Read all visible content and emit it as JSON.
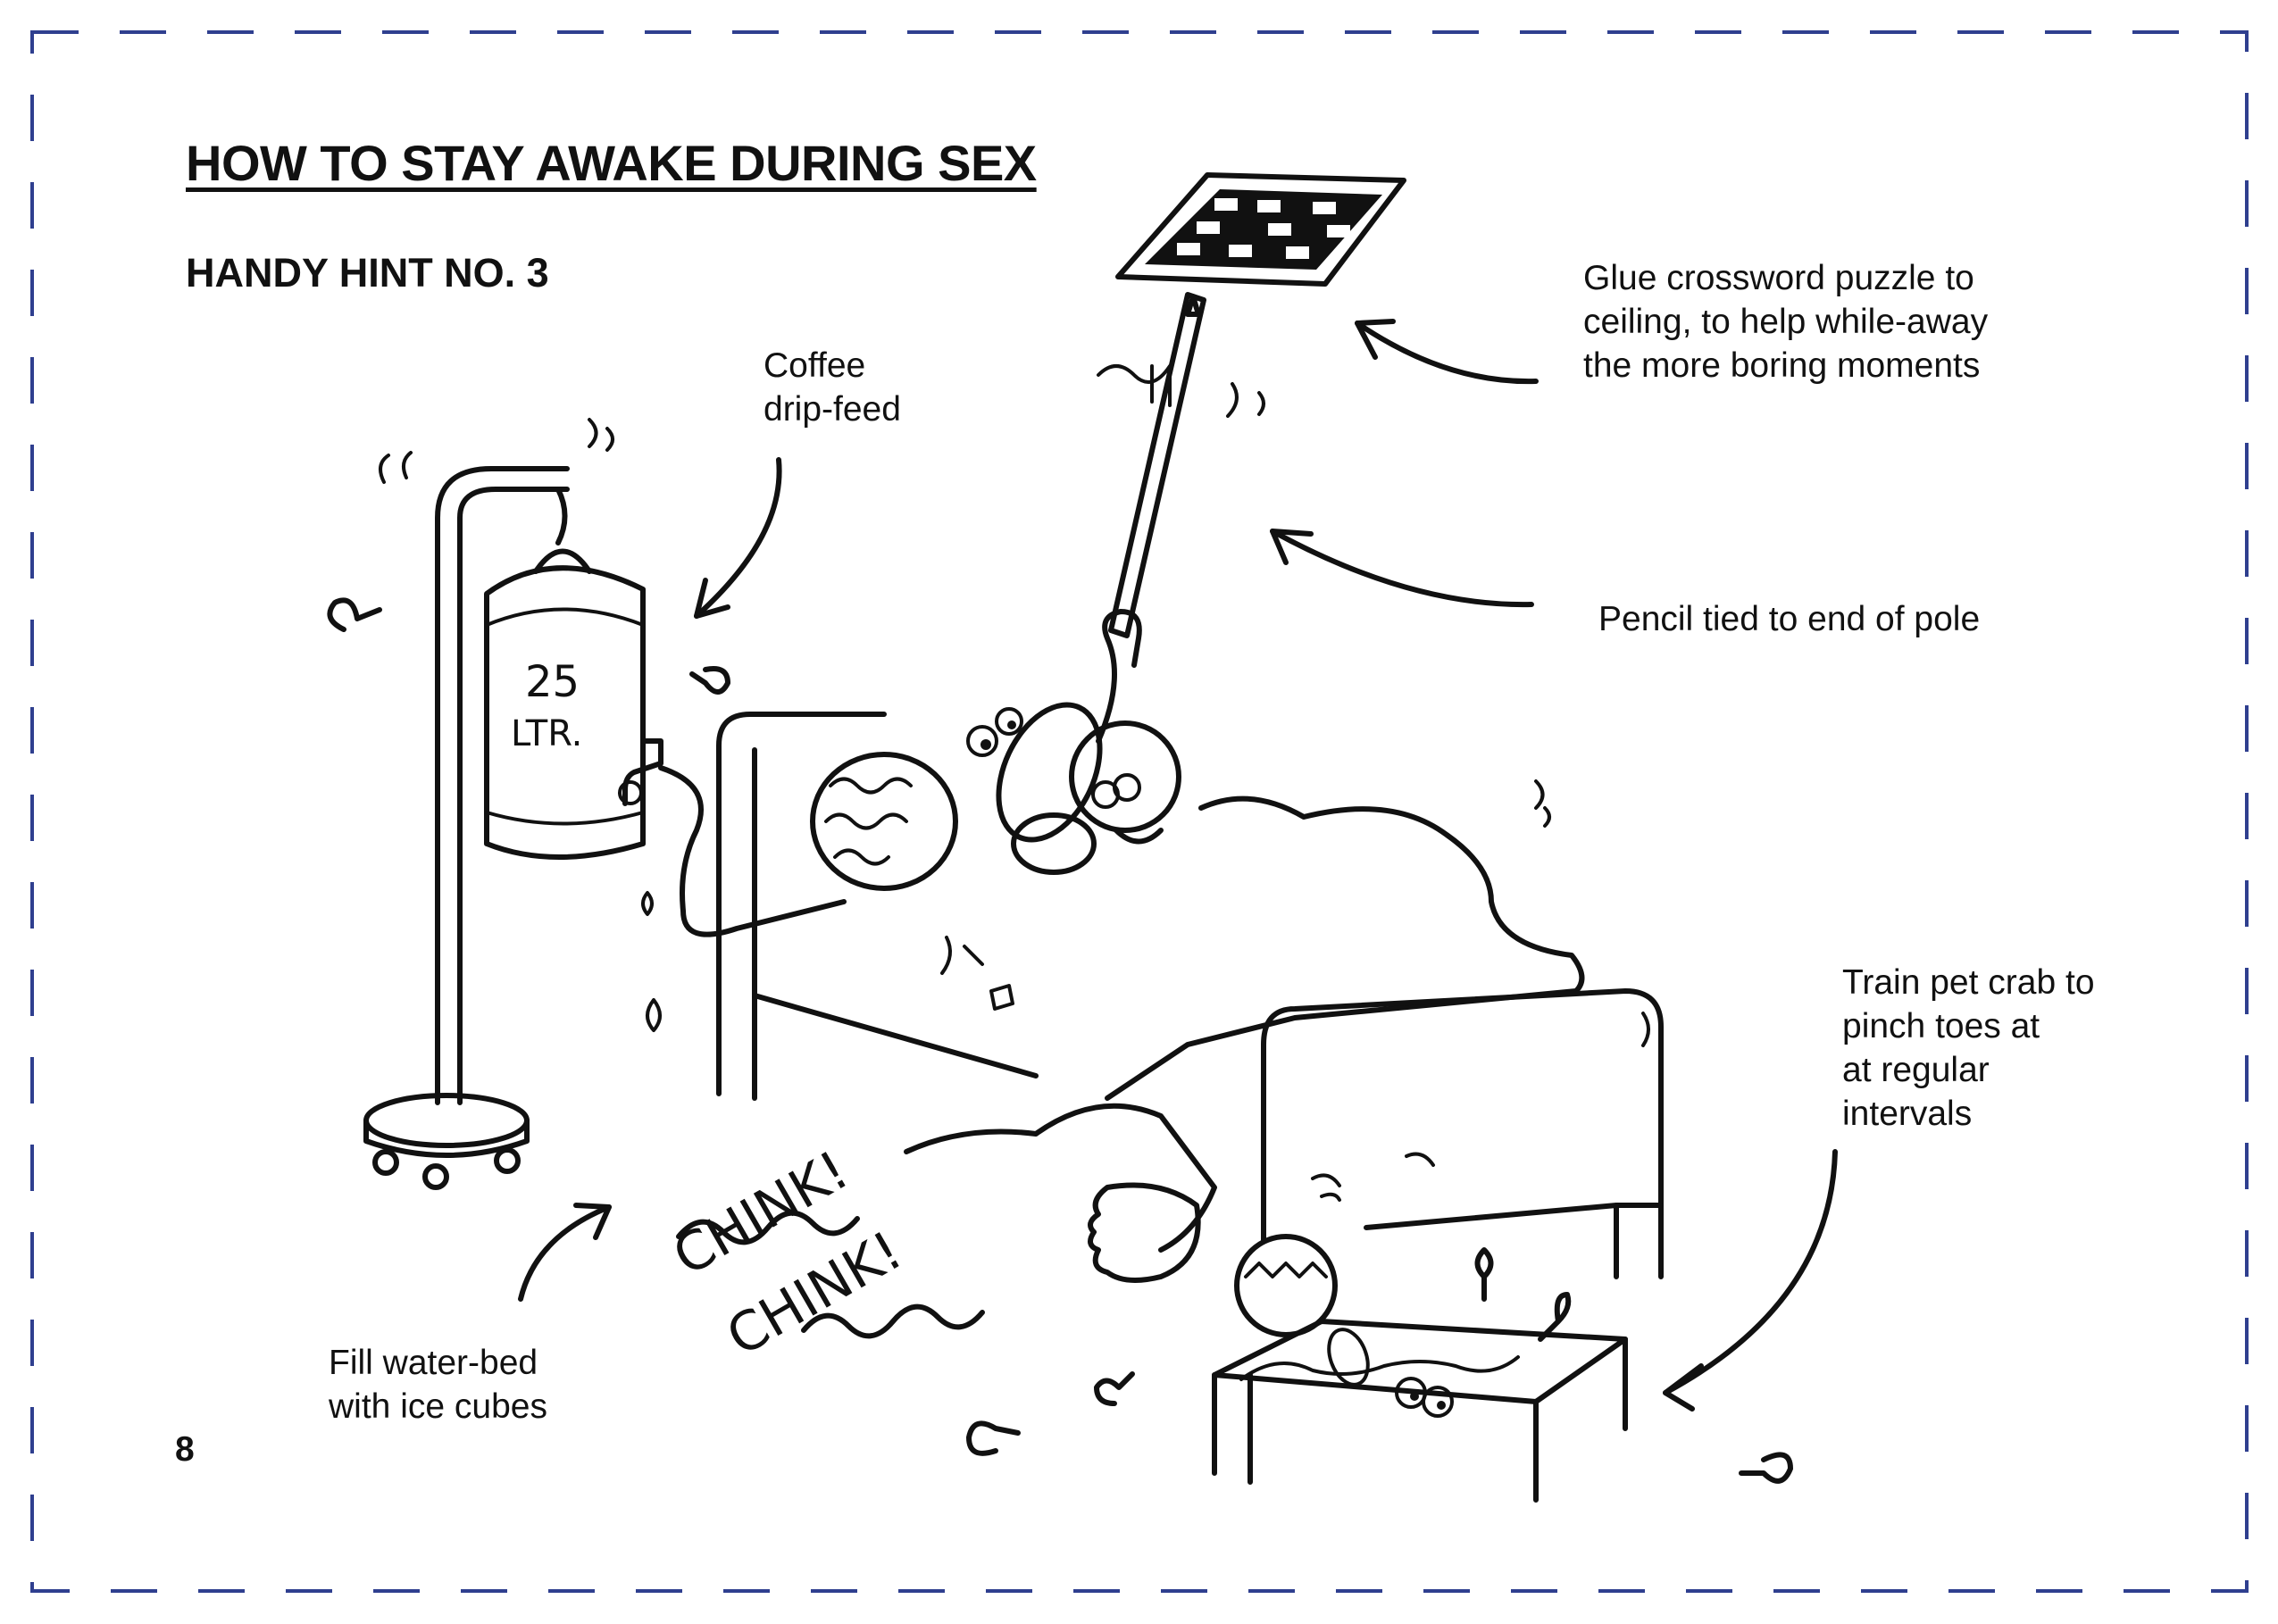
{
  "page": {
    "title": "HOW TO STAY AWAKE DURING SEX",
    "subtitle": "HANDY HINT NO. 3",
    "page_number": "8"
  },
  "captions": {
    "coffee": "Coffee\ndrip-feed",
    "crossword": "Glue crossword puzzle to\nceiling, to help while-away\nthe more boring moments",
    "pencil": "Pencil tied to end of pole",
    "crab": "Train pet crab to\npinch toes at\nat regular\n intervals",
    "waterbed": "Fill water-bed\nwith ice cubes"
  },
  "drawing": {
    "urn_label_line1": "25",
    "urn_label_line2": "LTR.",
    "sound_effect_1": "CHINK!",
    "sound_effect_2": "CHINK!"
  },
  "colors": {
    "border": "#2f3f8f",
    "ink": "#111111",
    "paper": "#ffffff"
  }
}
